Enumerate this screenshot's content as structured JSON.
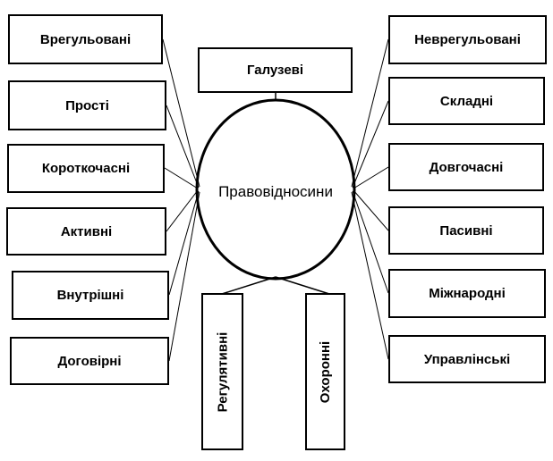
{
  "center": {
    "label": "Правовідносини"
  },
  "top": {
    "label": "Галузеві"
  },
  "left": [
    {
      "label": "Врегульовані"
    },
    {
      "label": "Прості"
    },
    {
      "label": "Короткочасні"
    },
    {
      "label": "Активні"
    },
    {
      "label": "Внутрішні"
    },
    {
      "label": "Договірні"
    }
  ],
  "right": [
    {
      "label": "Неврегульовані"
    },
    {
      "label": "Складні"
    },
    {
      "label": "Довгочасні"
    },
    {
      "label": "Пасивні"
    },
    {
      "label": "Міжнародні"
    },
    {
      "label": "Управлінські"
    }
  ],
  "bottom": [
    {
      "label": "Регулятивні"
    },
    {
      "label": "Охоронні"
    }
  ]
}
